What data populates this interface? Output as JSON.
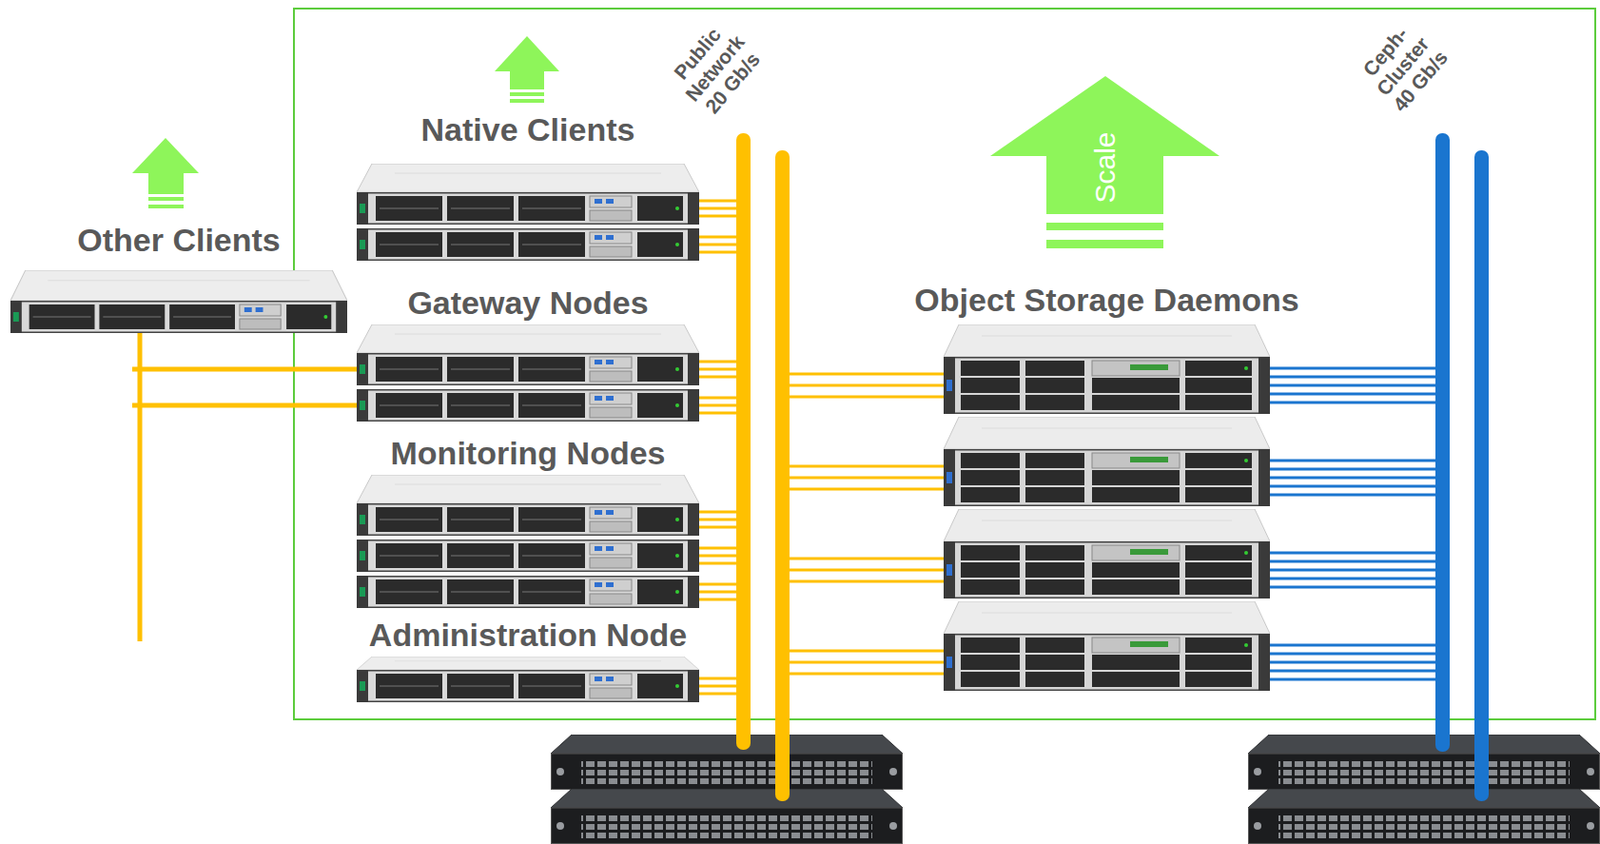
{
  "diagram": {
    "nodes": [
      {
        "text": [
          "Other Clients"
        ]
      },
      {
        "text": [
          "Native Clients"
        ]
      },
      {
        "text": [
          "Gateway Nodes"
        ]
      },
      {
        "text": [
          "Monitoring Nodes"
        ]
      },
      {
        "text": [
          "Administration Node"
        ]
      },
      {
        "text": [
          "Object Storage Daemons"
        ]
      },
      {
        "text": [
          "Public Network 20 Gb/s"
        ]
      },
      {
        "text": [
          "Ceph-Cluster 40 Gb/s"
        ]
      }
    ],
    "edges": [
      {
        "from": 0,
        "to": 2,
        "arrow": "none"
      },
      {
        "from": 1,
        "to": 6,
        "arrow": "none"
      },
      {
        "from": 2,
        "to": 6,
        "arrow": "none"
      },
      {
        "from": 3,
        "to": 6,
        "arrow": "none"
      },
      {
        "from": 4,
        "to": 6,
        "arrow": "none"
      },
      {
        "from": 5,
        "to": 6,
        "arrow": "none"
      },
      {
        "from": 5,
        "to": 7,
        "arrow": "none"
      }
    ],
    "labels": [
      "Scale"
    ]
  }
}
